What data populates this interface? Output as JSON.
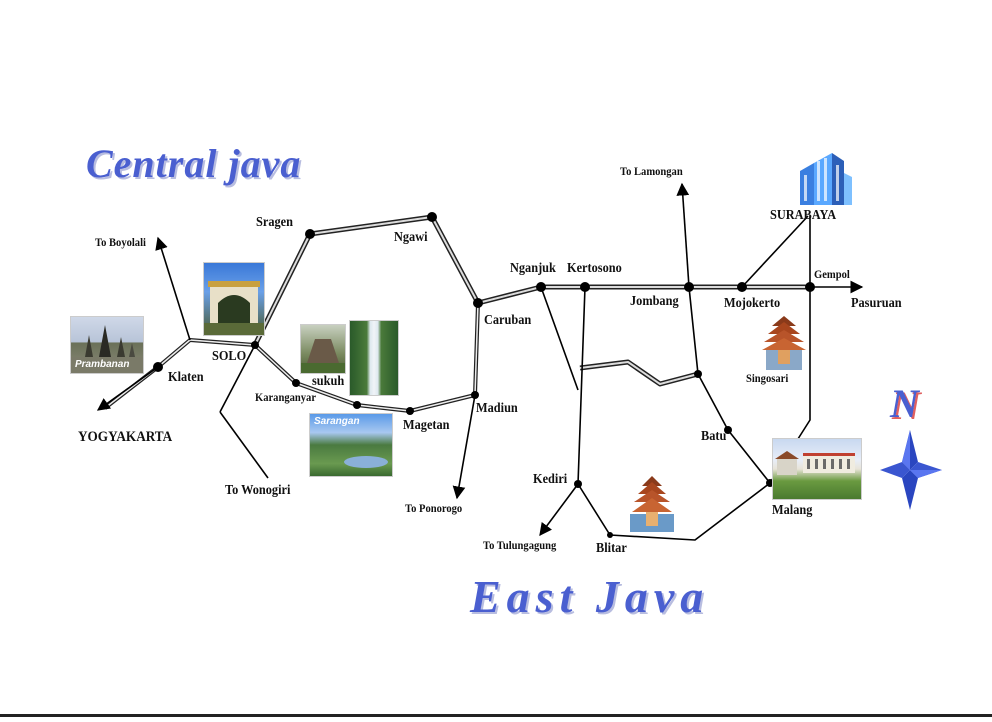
{
  "regions": {
    "central": "Central java",
    "east": "East Java"
  },
  "cities": {
    "klaten": "Klaten",
    "solo": "SOLO",
    "sragen": "Sragen",
    "ngawi": "Ngawi",
    "karanganyar": "Karanganyar",
    "sukuh": "sukuh",
    "magetan": "Magetan",
    "madiun": "Madiun",
    "caruban": "Caruban",
    "nganjuk": "Nganjuk",
    "kertosono": "Kertosono",
    "jombang": "Jombang",
    "mojokerto": "Mojokerto",
    "surabaya": "SURABAYA",
    "gempol": "Gempol",
    "pasuruan": "Pasuruan",
    "singosari": "Singosari",
    "batu": "Batu",
    "malang": "Malang",
    "kediri": "Kediri",
    "blitar": "Blitar",
    "yogyakarta": "YOGYAKARTA"
  },
  "directions": {
    "boyolali": "To Boyolali",
    "wonogiri": "To Wonogiri",
    "ponorogo": "To Ponorogo",
    "tulungagung": "To Tulungagung",
    "lamongan": "To Lamongan"
  },
  "photos": {
    "prambanan": "Prambanan",
    "sarangan": "Sarangan"
  },
  "compass": {
    "north": "N"
  },
  "colors": {
    "title": "#4a5fd0",
    "road": "#000000",
    "highway": "#888888",
    "compass": "#3a56d0"
  }
}
